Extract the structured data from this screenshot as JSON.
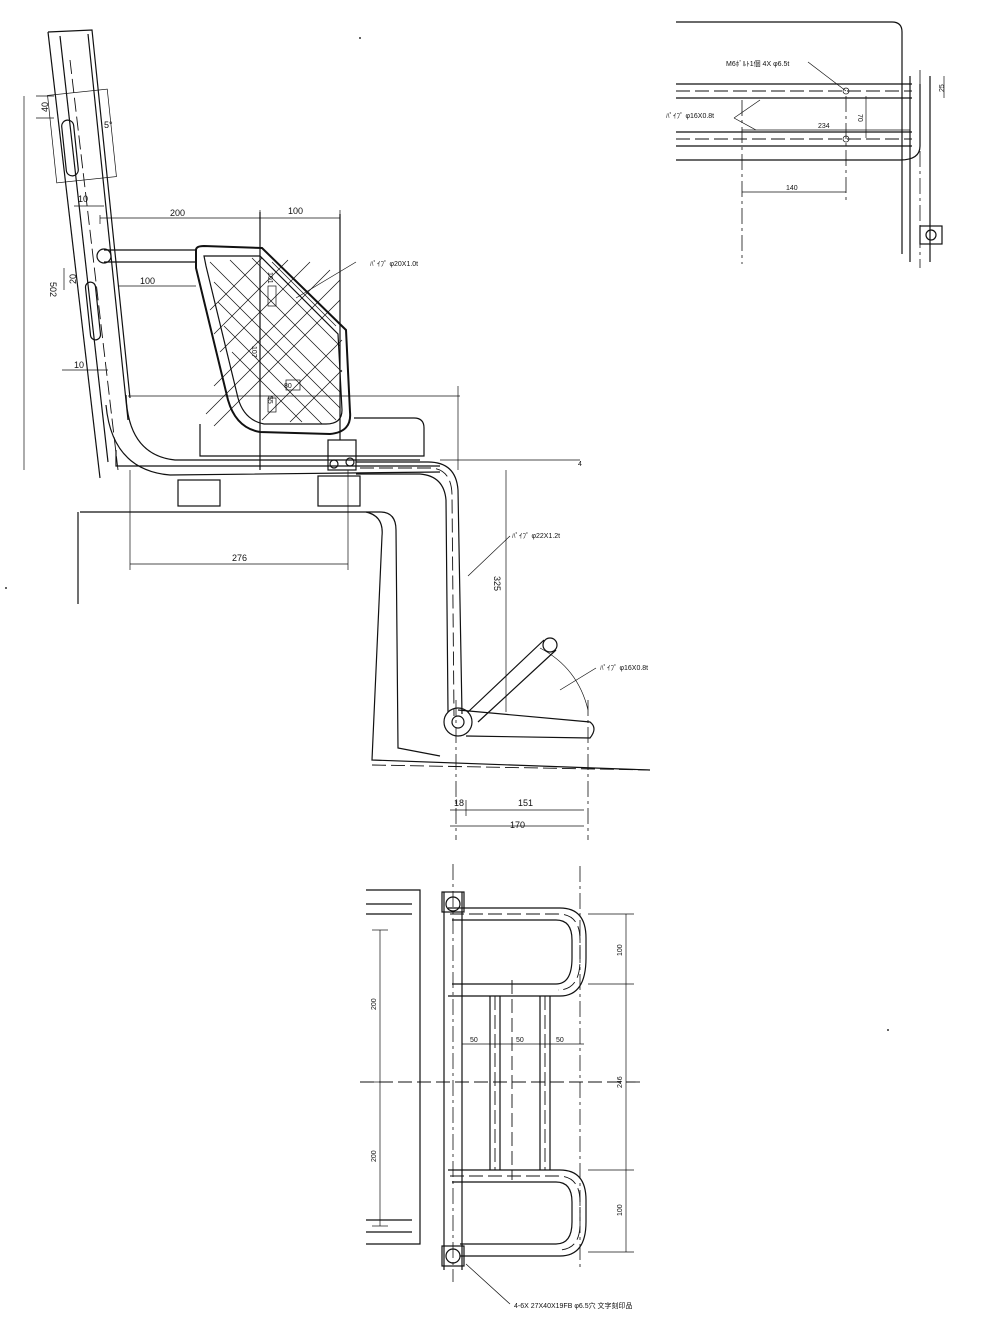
{
  "side_view": {
    "dims": {
      "top_40": "40",
      "angle_5": "5°",
      "d10_upper": "10",
      "d200": "200",
      "d100_top": "100",
      "d20": "20",
      "d100_inner": "100",
      "d502": "502",
      "d10_lower": "10",
      "d276": "276",
      "d325": "325",
      "d18": "18",
      "d151": "151",
      "d170": "170",
      "seat_inner_a": "101",
      "seat_inner_b": "107",
      "seat_inner_c": "80",
      "seat_inner_d": "55",
      "seat_small": "4"
    },
    "callouts": {
      "pipe_20": "ﾊﾟｲﾌﾟ φ20X1.0t",
      "pipe_22": "ﾊﾟｲﾌﾟ φ22X1.2t",
      "pipe_16": "ﾊﾟｲﾌﾟ φ16X0.8t"
    }
  },
  "top_detail": {
    "callouts": {
      "bolt": "M6ﾎﾞﾙﾄ1個  4X φ6.5t",
      "pipe_16": "ﾊﾟｲﾌﾟ φ16X0.8t"
    },
    "dims": {
      "d25": "25",
      "d70": "70",
      "d234": "234",
      "d140": "140"
    }
  },
  "plan_view": {
    "dims": {
      "d100_top": "100",
      "d200_top": "200",
      "d50_a": "50",
      "d50_b": "50",
      "d50_c": "50",
      "d246": "246",
      "d200_bottom": "200",
      "d100_bottom": "100"
    },
    "callouts": {
      "plate": "4-6X 27X40X19FB φ6.5穴  文字刻印品"
    }
  }
}
